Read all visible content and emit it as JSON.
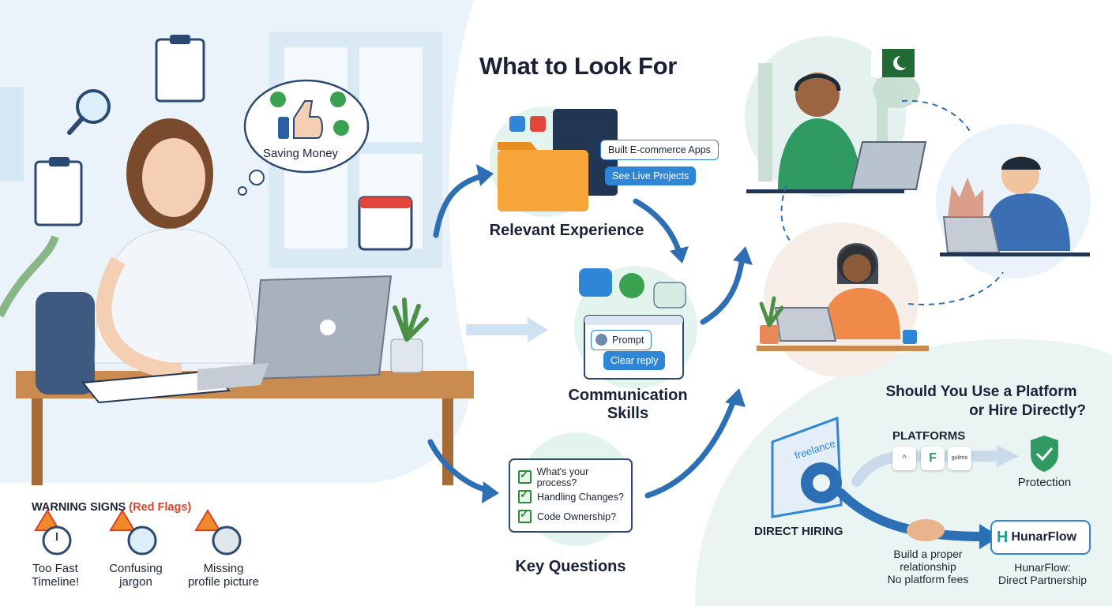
{
  "main": {
    "title": "What to Look For",
    "thought_bubble": "Saving Money",
    "relevant_experience": {
      "label": "Relevant Experience",
      "chips": [
        "Built E-commerce Apps",
        "See Live Projects"
      ]
    },
    "communication": {
      "label_line1": "Communication",
      "label_line2": "Skills",
      "chips": [
        "Prompt",
        "Clear reply"
      ]
    },
    "key_questions": {
      "label": "Key Questions",
      "items": [
        "What's your process?",
        "Handling Changes?",
        "Code Ownership?"
      ]
    }
  },
  "warning": {
    "title": "WARNING SIGNS",
    "title_accent": "(Red Flags)",
    "items": [
      {
        "line1": "Too Fast",
        "line2": "Timeline!",
        "icon": "stopwatch-icon"
      },
      {
        "line1": "Confusing",
        "line2": "jargon",
        "icon": "question-icon"
      },
      {
        "line1": "Missing",
        "line2": "profile picture",
        "icon": "profile-icon"
      }
    ]
  },
  "platform": {
    "title_line1": "Should You Use a Platform",
    "title_line2": "or Hire Directly?",
    "platforms_label": "PLATFORMS",
    "freelance_label": "freelance",
    "logo_text": "gulimo",
    "protection_label": "Protection",
    "direct_hiring_label": "DIRECT HIRING",
    "build_line1": "Build a proper",
    "build_line2": "relationship",
    "build_line3": "No platform fees",
    "hunarflow_logo": "HunarFlow",
    "hunarflow_line1": "HunarFlow:",
    "hunarflow_line2": "Direct Partnership"
  },
  "colors": {
    "accent_blue": "#2f86d6",
    "arrow_blue": "#2d6fb5",
    "red_flag": "#d9432b",
    "check_green": "#2f8a3b",
    "folder_orange": "#f6a53a"
  }
}
